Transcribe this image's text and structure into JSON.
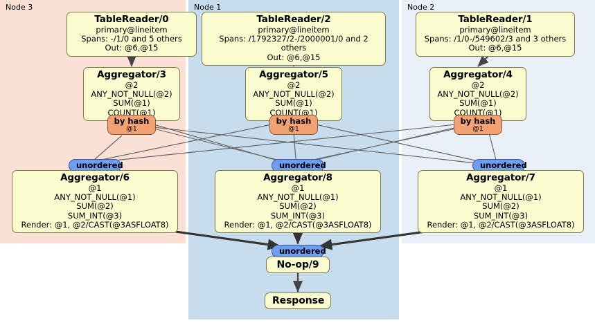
{
  "panels": [
    {
      "label": "Node 3",
      "color": "#fbe0d5"
    },
    {
      "label": "Node 1",
      "color": "#c7dcec"
    },
    {
      "label": "Node 2",
      "color": "#eaf0f8"
    }
  ],
  "readers": [
    {
      "title": "TableReader/0",
      "table": "primary@lineitem",
      "spans": "Spans: -/1/0 and 5 others",
      "out": "Out: @6,@15"
    },
    {
      "title": "TableReader/2",
      "table": "primary@lineitem",
      "spans": "Spans: /1792327/2-/2000001/0 and 2 others",
      "out": "Out: @6,@15"
    },
    {
      "title": "TableReader/1",
      "table": "primary@lineitem",
      "spans": "Spans: /1/0-/549602/3 and 3 others",
      "out": "Out: @6,@15"
    }
  ],
  "stage1": [
    {
      "title": "Aggregator/3",
      "group": "@2",
      "agg1": "ANY_NOT_NULL(@2)",
      "agg2": "SUM(@1)",
      "agg3": "COUNT(@1)"
    },
    {
      "title": "Aggregator/5",
      "group": "@2",
      "agg1": "ANY_NOT_NULL(@2)",
      "agg2": "SUM(@1)",
      "agg3": "COUNT(@1)"
    },
    {
      "title": "Aggregator/4",
      "group": "@2",
      "agg1": "ANY_NOT_NULL(@2)",
      "agg2": "SUM(@1)",
      "agg3": "COUNT(@1)"
    }
  ],
  "hash_badges": [
    {
      "label": "by hash",
      "column": "@1"
    },
    {
      "label": "by hash",
      "column": "@1"
    },
    {
      "label": "by hash",
      "column": "@1"
    }
  ],
  "unordered_badges": [
    {
      "label": "unordered"
    },
    {
      "label": "unordered"
    },
    {
      "label": "unordered"
    },
    {
      "label": "unordered"
    }
  ],
  "stage2": [
    {
      "title": "Aggregator/6",
      "group": "@1",
      "agg1": "ANY_NOT_NULL(@1)",
      "agg2": "SUM(@2)",
      "agg3": "SUM_INT(@3)",
      "render": "Render: @1, @2/CAST(@3ASFLOAT8)"
    },
    {
      "title": "Aggregator/8",
      "group": "@1",
      "agg1": "ANY_NOT_NULL(@1)",
      "agg2": "SUM(@2)",
      "agg3": "SUM_INT(@3)",
      "render": "Render: @1, @2/CAST(@3ASFLOAT8)"
    },
    {
      "title": "Aggregator/7",
      "group": "@1",
      "agg1": "ANY_NOT_NULL(@1)",
      "agg2": "SUM(@2)",
      "agg3": "SUM_INT(@3)",
      "render": "Render: @1, @2/CAST(@3ASFLOAT8)"
    }
  ],
  "noop": {
    "title": "No-op/9"
  },
  "response": {
    "title": "Response"
  },
  "colors": {
    "node_fill": "#fbfbd0",
    "node_stroke": "#7a7a4a",
    "hash_fill": "#f2a172",
    "unordered_fill": "#6e9cf0",
    "edge": "#555555"
  }
}
